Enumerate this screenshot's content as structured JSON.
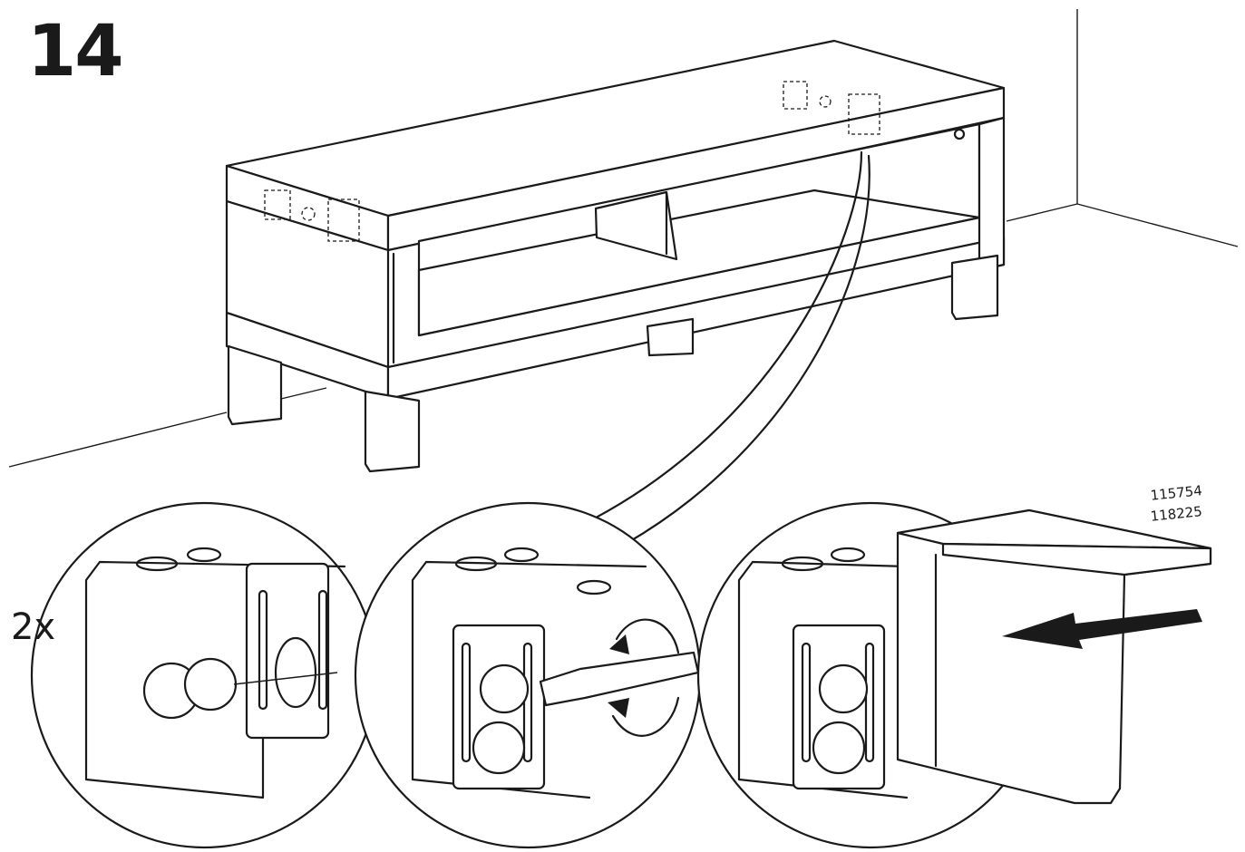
{
  "step": {
    "number": "14"
  },
  "quantity": {
    "label": "2x"
  },
  "article_numbers": [
    "115754",
    "118225"
  ],
  "colors": {
    "line": "#1a1a1a",
    "background": "#ffffff"
  }
}
